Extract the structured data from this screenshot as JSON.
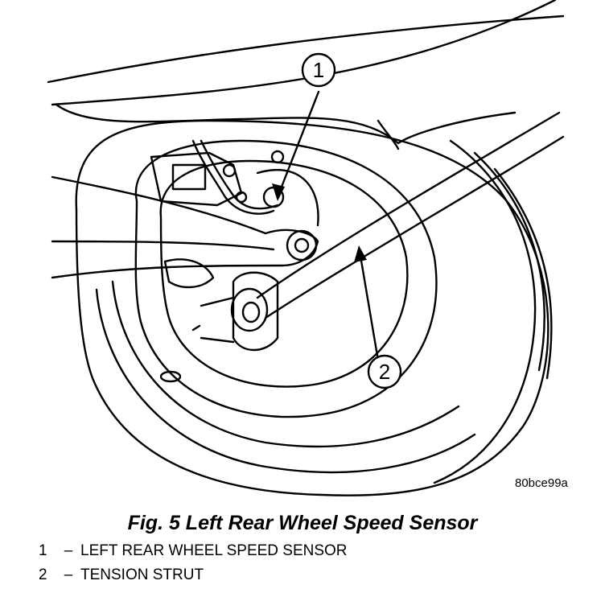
{
  "callouts": [
    {
      "number": "1"
    },
    {
      "number": "2"
    }
  ],
  "image_code": "80bce99a",
  "caption": "Fig. 5 Left Rear Wheel Speed Sensor",
  "legend": [
    {
      "number": "1",
      "dash": "–",
      "text": "LEFT REAR WHEEL SPEED SENSOR"
    },
    {
      "number": "2",
      "dash": "–",
      "text": "TENSION STRUT"
    }
  ]
}
